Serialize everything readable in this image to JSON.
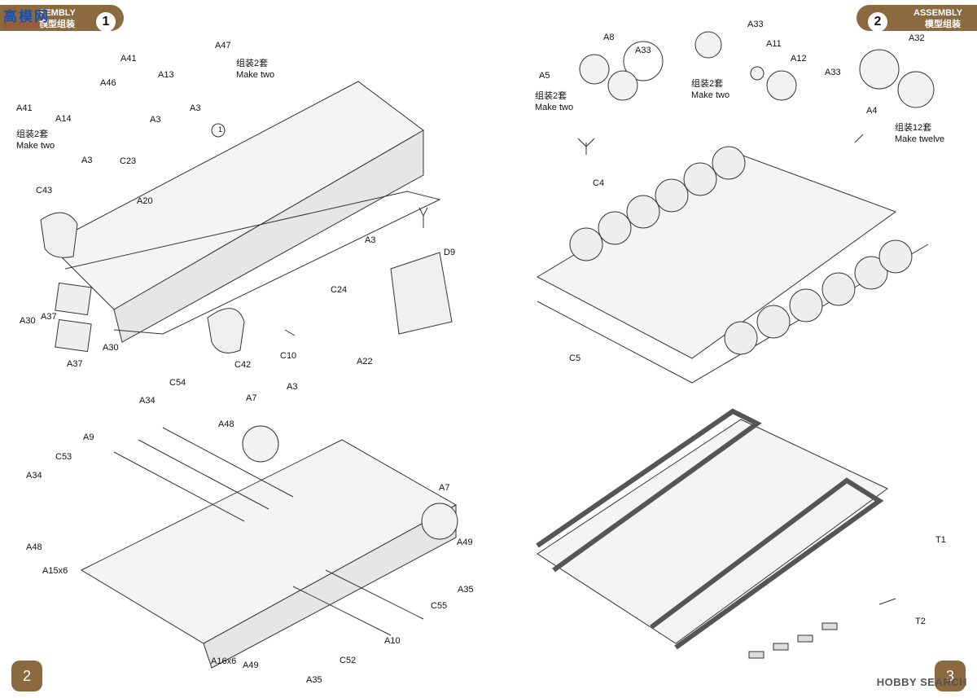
{
  "colors": {
    "brand": "#8a6a3e",
    "line": "#333333"
  },
  "left_page": {
    "banner": {
      "en": "SEMBLY",
      "cn": "模型组装",
      "step": "1"
    },
    "logo": {
      "text": "高模网",
      "sub": "gao-shou.com"
    },
    "page_number": "2",
    "labels": {
      "a41_top": "A41",
      "a13": "A13",
      "a47": "A47",
      "a3_top": "A3",
      "a41_left": "A41",
      "a14": "A14",
      "a46": "A46",
      "a3_left": "A3",
      "a3_mid": "A3",
      "c23": "C23",
      "c43": "C43",
      "a20": "A20",
      "a3_right": "A3",
      "c24": "C24",
      "d9": "D9",
      "a30_left": "A30",
      "a37_top": "A37",
      "a37_bottom": "A37",
      "a30_bottom": "A30",
      "c42": "C42",
      "c10": "C10",
      "a3_bottom": "A3",
      "a22": "A22",
      "c54": "C54",
      "a34_top": "A34",
      "a7": "A7",
      "a48_top": "A48",
      "a9": "A9",
      "c53": "C53",
      "a34_left": "A34",
      "a48_left": "A48",
      "a15": "A15x6",
      "a7_right": "A7",
      "a49_right": "A49",
      "a35_right": "A35",
      "c55": "C55",
      "a10": "A10",
      "a16": "A16x6",
      "a49_bottom": "A49",
      "c52": "C52",
      "a35_bottom": "A35",
      "callout": "1"
    },
    "notes": {
      "make_two_1_cn": "组装2套",
      "make_two_1_en": "Make two",
      "make_two_2_cn": "组装2套",
      "make_two_2_en": "Make two"
    }
  },
  "right_page": {
    "banner": {
      "en": "ASSEMBLY",
      "cn": "模型组装",
      "step": "2"
    },
    "page_number": "3",
    "watermark": "HOBBY SEARCH",
    "labels": {
      "a5": "A5",
      "a8": "A8",
      "a33_circle": "A33",
      "a33_top": "A33",
      "a11": "A11",
      "a12": "A12",
      "a33_mid": "A33",
      "a32": "A32",
      "a4": "A4",
      "c4": "C4",
      "c5": "C5",
      "t1": "T1",
      "t2": "T2"
    },
    "notes": {
      "make_two_a_cn": "组装2套",
      "make_two_a_en": "Make two",
      "make_two_b_cn": "组装2套",
      "make_two_b_en": "Make two",
      "make_twelve_cn": "组装12套",
      "make_twelve_en": "Make twelve"
    }
  }
}
